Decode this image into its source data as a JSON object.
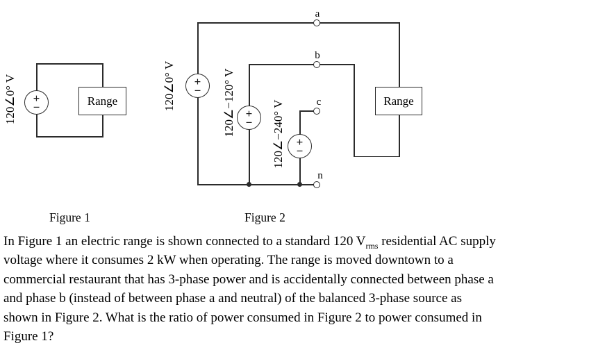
{
  "symbols": {
    "plus": "+",
    "minus": "−"
  },
  "figure1": {
    "caption": "Figure 1",
    "source": {
      "label": "120∠0° V"
    },
    "load_label": "Range"
  },
  "figure2": {
    "caption": "Figure 2",
    "sources": [
      {
        "label": "120∠0° V"
      },
      {
        "label": "120∠−120° V"
      },
      {
        "label": "120∠−240° V"
      }
    ],
    "terminals": [
      {
        "label": "a"
      },
      {
        "label": "b"
      },
      {
        "label": "c"
      },
      {
        "label": "n"
      }
    ],
    "load_label": "Range"
  },
  "problem": {
    "line1_pre": "In Figure 1 an electric range is shown connected to a standard 120 V",
    "line1_sub": "rms",
    "line1_post": " residential AC supply",
    "line2": "voltage where it consumes 2 kW when operating. The range is moved downtown to a",
    "line3": "commercial restaurant that has 3-phase power and is accidentally connected between phase a",
    "line4": "and phase b (instead of between phase a and neutral) of the balanced 3-phase source as",
    "line5": "shown in Figure 2. What is the ratio of power consumed in Figure 2 to power consumed in",
    "line6": "Figure 1?"
  },
  "colors": {
    "line": "#2b2b2b",
    "text": "#000000",
    "background": "#ffffff"
  }
}
